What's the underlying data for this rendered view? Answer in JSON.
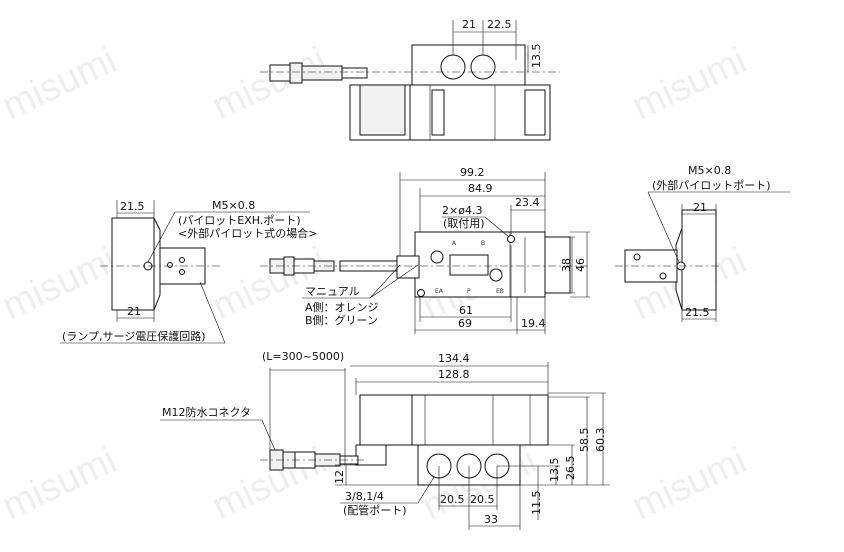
{
  "watermark": "misumi",
  "top_view": {
    "dim_21": "21",
    "dim_22_5": "22.5",
    "dim_13_5": "13.5"
  },
  "left_view": {
    "dim_21_5": "21.5",
    "dim_21": "21",
    "port_thread": "M5×0.8",
    "port_label": "(パイロットEXH.ポート)",
    "port_note": "<外部パイロット式の場合>",
    "circuit_label": "(ランプ,サージ電圧保護回路)"
  },
  "front_view": {
    "dim_99_2": "99.2",
    "dim_84_9": "84.9",
    "dim_23_4": "23.4",
    "hole_spec": "2×ø4.3",
    "hole_note": "(取付用)",
    "dim_38": "38",
    "dim_46": "46",
    "dim_61": "61",
    "dim_69": "69",
    "dim_19_4": "19.4",
    "manual_label": "マニュアル",
    "a_side": "A側：オレンジ",
    "b_side": "B側：グリーン",
    "port_a": "A",
    "port_b": "B",
    "port_ea": "EA",
    "port_p": "P",
    "port_eb": "EB"
  },
  "right_view": {
    "port_thread": "M5×0.8",
    "port_label": "(外部パイロットポート)",
    "dim_21": "21",
    "dim_21_5": "21.5"
  },
  "side_view": {
    "cable_length": "(L=300~5000)",
    "dim_134_4": "134.4",
    "dim_128_8": "128.8",
    "connector_label": "M12防水コネクタ",
    "port_size": "3/8,1/4",
    "port_note": "(配管ポート)",
    "dim_20_5_a": "20.5",
    "dim_20_5_b": "20.5",
    "dim_33": "33",
    "dim_12": "12",
    "dim_11_5": "11.5",
    "dim_13_5": "13.5",
    "dim_26_5": "26.5",
    "dim_58_5": "58.5",
    "dim_60_3": "60.3"
  }
}
